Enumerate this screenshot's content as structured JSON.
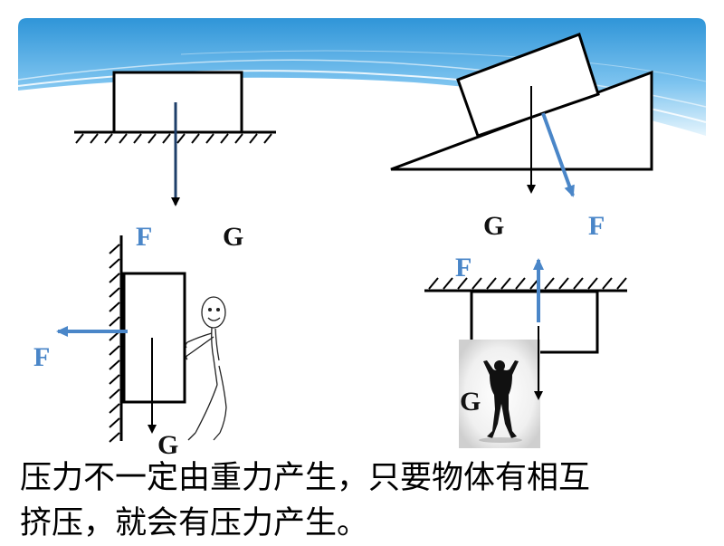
{
  "colors": {
    "banner_top": "#3a9fe0",
    "banner_bottom": "#ddf0fc",
    "force_arrow": "#4a86c8",
    "line": "#000000"
  },
  "labels": {
    "top_left_f": "F",
    "top_left_g": "G",
    "incline_g": "G",
    "incline_f": "F",
    "wall_f": "F",
    "wall_g": "G",
    "ceiling_f": "F",
    "ceiling_g": "G"
  },
  "caption": {
    "line1": "压力不一定由重力产生，只要物体有相互",
    "line2": "挤压，就会有压力产生。"
  },
  "figures": {
    "stick_person": "stick-figure",
    "silhouette_person": "person-silhouette"
  }
}
